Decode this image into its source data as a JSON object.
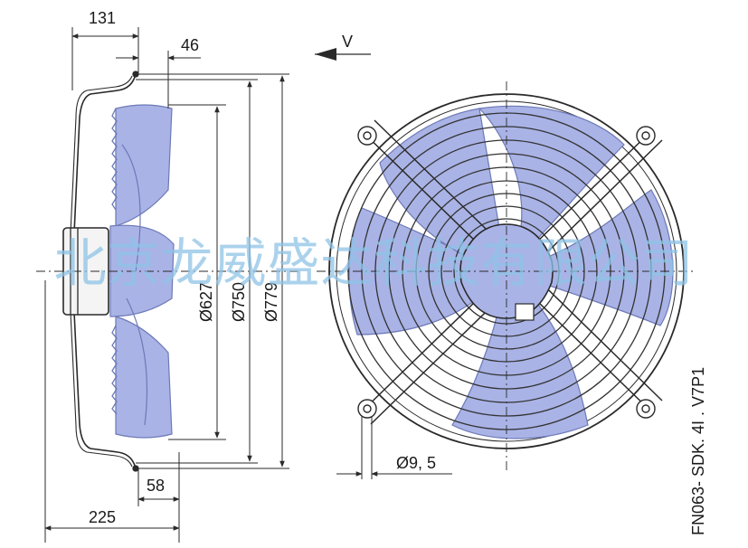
{
  "dimensions": {
    "d131": "131",
    "d46": "46",
    "d627": "Ø627",
    "d750": "Ø750",
    "d779": "Ø779",
    "d58": "58",
    "d225": "225",
    "hole": "Ø9, 5",
    "v": "V"
  },
  "model_code": "FN063- SDK. 4I . V7P1",
  "watermark": "北京龙威盛达科技有限公司",
  "colors": {
    "blade": "#a9b3e6",
    "blade_edge": "#6d79b6",
    "line": "#2a2a2a",
    "watermark": "#8fc3e6"
  }
}
